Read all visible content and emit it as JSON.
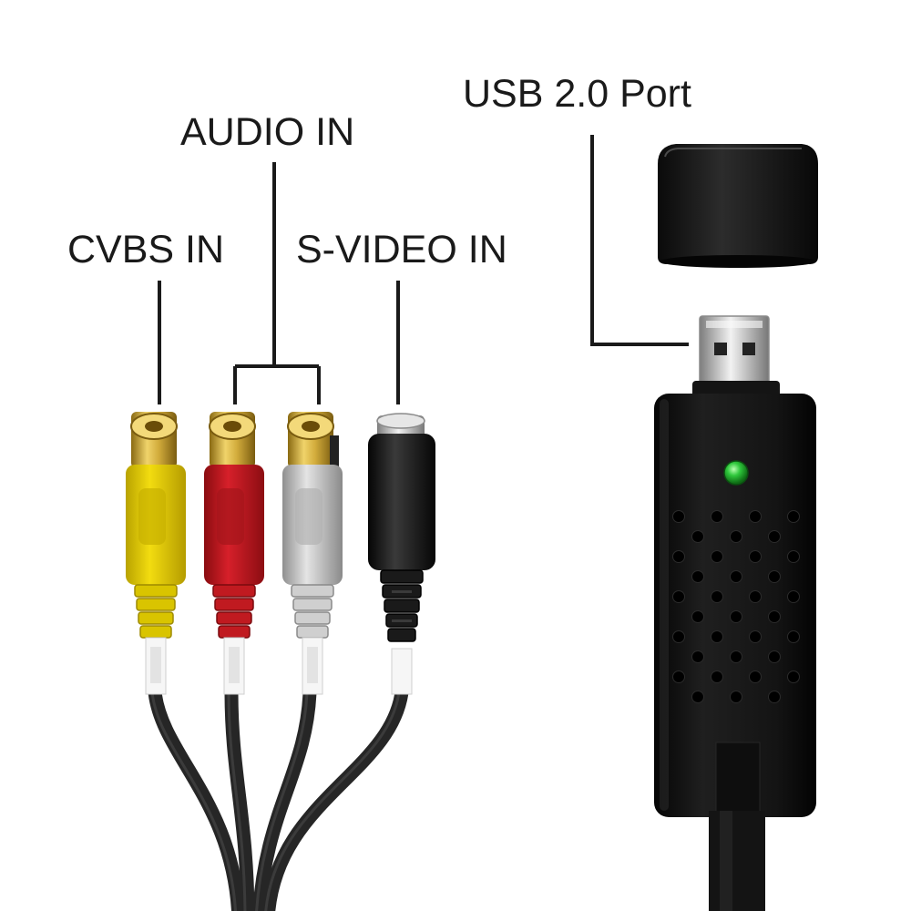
{
  "labels": {
    "usb_port": "USB 2.0 Port",
    "audio_in": "AUDIO IN",
    "cvbs_in": "CVBS IN",
    "svideo_in": "S-VIDEO IN"
  },
  "colors": {
    "cvbs_jack": "#e5cf00",
    "audio_left_jack": "#c4161c",
    "audio_right_jack": "#c9c9c9",
    "svideo_jack": "#1c1c1c",
    "gold_contact": "#d2ac3c",
    "cable": "#2a2a2a",
    "dongle_body": "#141414",
    "led": "#2fc83c"
  },
  "icons": [
    "rca-plug-icon",
    "svideo-plug-icon",
    "usb-dongle-icon",
    "usb-plug-icon",
    "led-indicator-icon",
    "cap-icon"
  ]
}
